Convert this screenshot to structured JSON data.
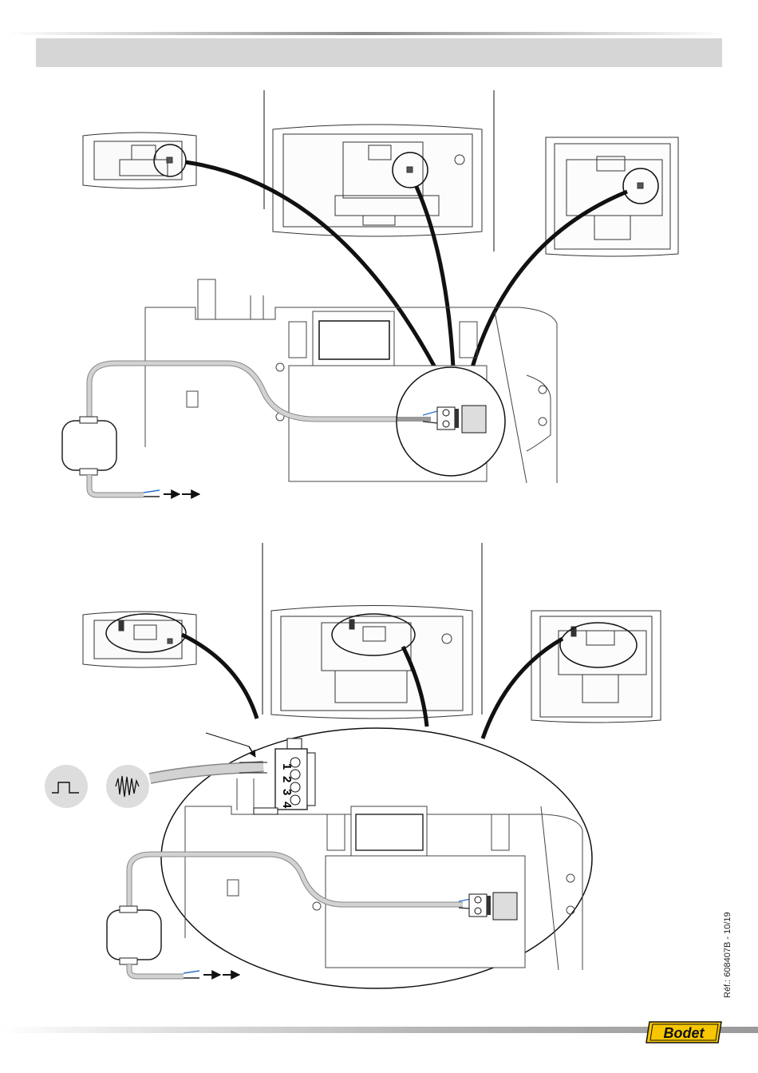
{
  "document": {
    "reference": "Réf.: 608407B - 10/19",
    "brand": "Bodet"
  },
  "terminal_numbers": [
    "1",
    "2",
    "3",
    "4"
  ],
  "icons": {
    "square_wave": "square-wave-icon",
    "noise_wave": "noise-wave-icon"
  },
  "colors": {
    "header_band": "#d6d6d6",
    "logo_fill": "#f7c600",
    "line": "#111111",
    "cable": "#c8c8c8",
    "wire_blue": "#2e6fd0"
  }
}
